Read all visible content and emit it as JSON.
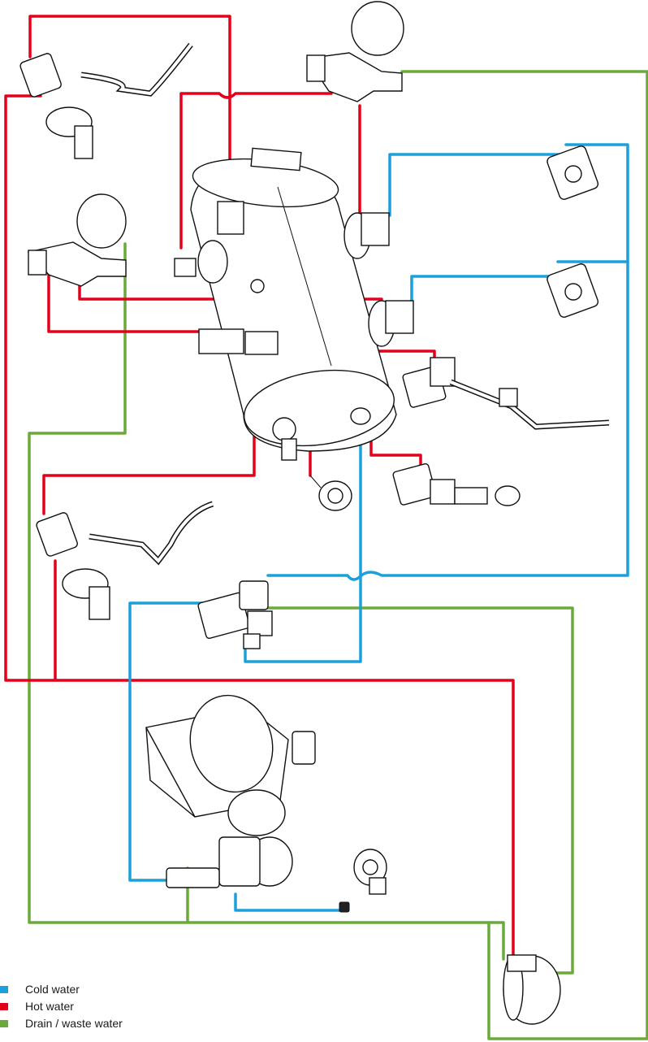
{
  "colors": {
    "cold_water": "#1ba0dc",
    "hot_water": "#e2001a",
    "drain": "#6aaa3a"
  },
  "legend": {
    "cold_water": "Cold water",
    "hot_water": "Hot water",
    "drain": "Drain / waste water"
  }
}
